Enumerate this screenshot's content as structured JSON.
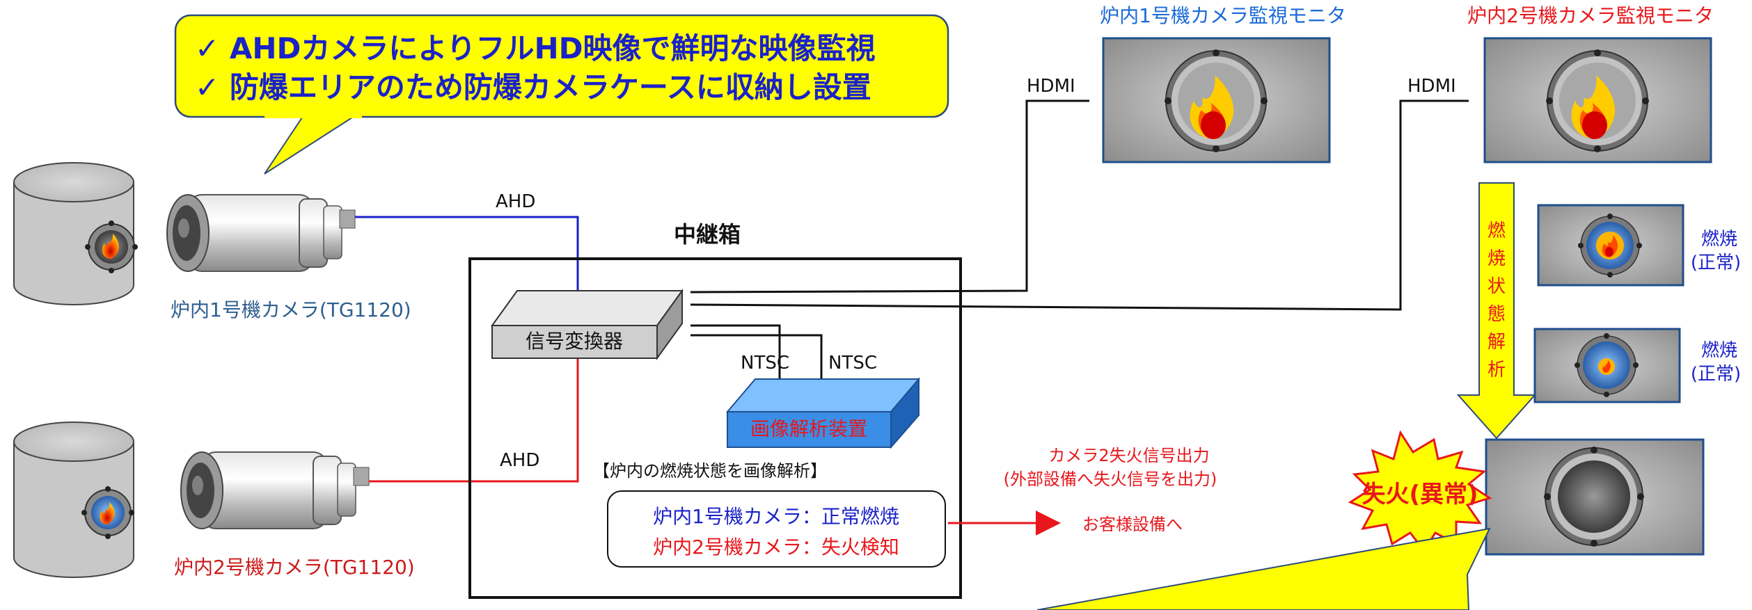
{
  "callout_top": {
    "line1": "✓ AHDカメラによりフルHD映像で鮮明な映像監視",
    "line2": "✓ 防爆エリアのため防爆カメラケースに収納し設置"
  },
  "camera1": {
    "label": "炉内1号機カメラ(TG1120)"
  },
  "camera2": {
    "label": "炉内2号機カメラ(TG1120)"
  },
  "wires": {
    "ahd1": "AHD",
    "ahd2": "AHD",
    "ntsc1": "NTSC",
    "ntsc2": "NTSC",
    "hdmi1": "HDMI",
    "hdmi2": "HDMI"
  },
  "relay_box": {
    "title": "中継箱",
    "converter": "信号変換器",
    "analyzer": "画像解析装置",
    "analysis_note": "【炉内の燃焼状態を画像解析】",
    "status_line1": "炉内1号機カメラ：正常燃焼",
    "status_line2": "炉内2号機カメラ：失火検知"
  },
  "monitor1": {
    "title": "炉内1号機カメラ監視モニタ"
  },
  "monitor2": {
    "title": "炉内2号機カメラ監視モニタ"
  },
  "analysis_arrow": {
    "chars": [
      "燃",
      "焼",
      "状",
      "態",
      "解",
      "析"
    ]
  },
  "states": [
    {
      "line1": "燃焼",
      "line2": "(正常)"
    },
    {
      "line1": "燃焼",
      "line2": "(正常)"
    }
  ],
  "misfire_output": {
    "line1": "カメラ2失火信号出力",
    "line2": "(外部設備へ失火信号を出力)",
    "destination": "お客様設備へ"
  },
  "misfire_burst": {
    "label": "失火(異常)"
  },
  "colors": {
    "callout_text": "#1a22c8",
    "callout_fill": "#ffff00",
    "blue_wire": "#1a22c8",
    "red_wire": "#e8171c",
    "analyzer_fill": "#3a8ee6",
    "monitor_frame": "#1f4e8c"
  }
}
